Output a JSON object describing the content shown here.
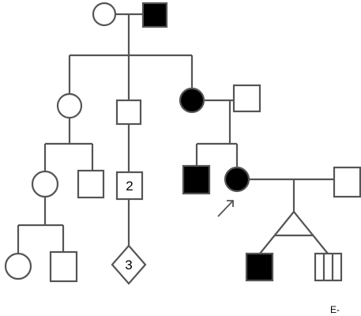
{
  "individuals": {
    "gen1_female": {
      "sex": "female",
      "affected": false
    },
    "gen1_male": {
      "sex": "male",
      "affected": true
    },
    "gen2_left_female": {
      "sex": "female",
      "affected": false
    },
    "gen2_middle_male": {
      "sex": "male",
      "affected": false
    },
    "gen2_right_female": {
      "sex": "female",
      "affected": true
    },
    "gen2_right_spouse_male": {
      "sex": "male",
      "affected": false
    },
    "gen3_female": {
      "sex": "female",
      "affected": false
    },
    "gen3_spouse_male": {
      "sex": "male",
      "affected": false
    },
    "gen3_grouped_males": {
      "sex": "male",
      "affected": false,
      "count_label": "2"
    },
    "gen3_affected_brother": {
      "sex": "male",
      "affected": true
    },
    "proband": {
      "sex": "female",
      "affected": true,
      "proband": true
    },
    "proband_spouse": {
      "sex": "male",
      "affected": false
    },
    "gen4_female": {
      "sex": "female",
      "affected": false
    },
    "gen4_male": {
      "sex": "male",
      "affected": false
    },
    "gen4_grouped_unknown": {
      "sex": "unknown",
      "affected": false,
      "count_label": "3"
    },
    "twin_affected_male": {
      "sex": "male",
      "affected": true,
      "twin": "monozygotic"
    },
    "twin_male_split": {
      "sex": "male",
      "affected": false,
      "twin": "monozygotic"
    }
  },
  "colors": {
    "line": "#555555",
    "affected": "#000000",
    "unaffected": "#ffffff"
  },
  "corner_label": "E-"
}
